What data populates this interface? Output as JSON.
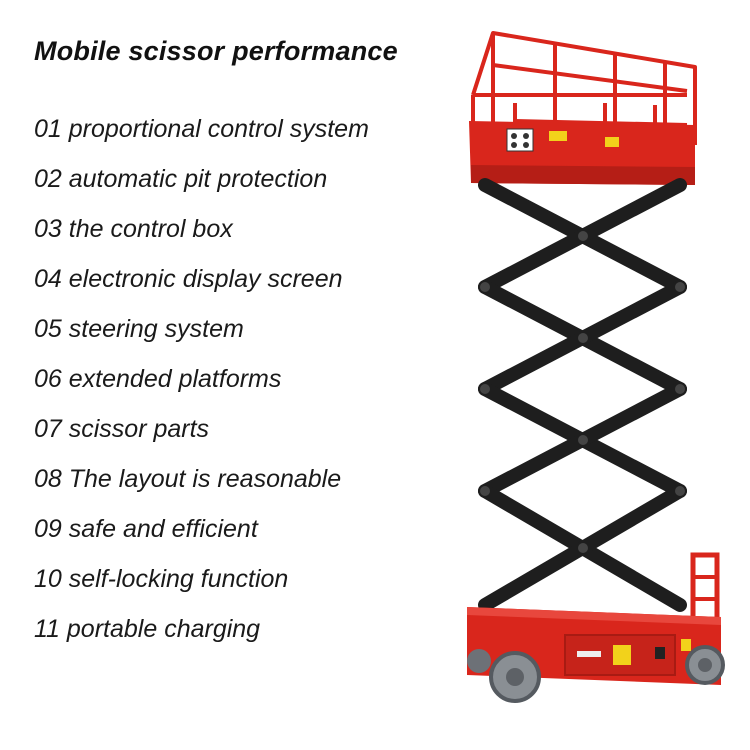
{
  "title": "Mobile scissor performance",
  "features": [
    "01 proportional control system",
    "02 automatic pit protection",
    "03 the control box",
    "04 electronic display screen",
    "05 steering system",
    "06 extended platforms",
    "07 scissor parts",
    "08 The layout is reasonable",
    "09 safe and efficient",
    "10 self-locking function",
    "11 portable charging"
  ],
  "colors": {
    "frame_red": "#d9261c",
    "scissor_black": "#1e1e1e",
    "tire_gray": "#8a8f94",
    "label_yellow": "#f2d21b"
  }
}
